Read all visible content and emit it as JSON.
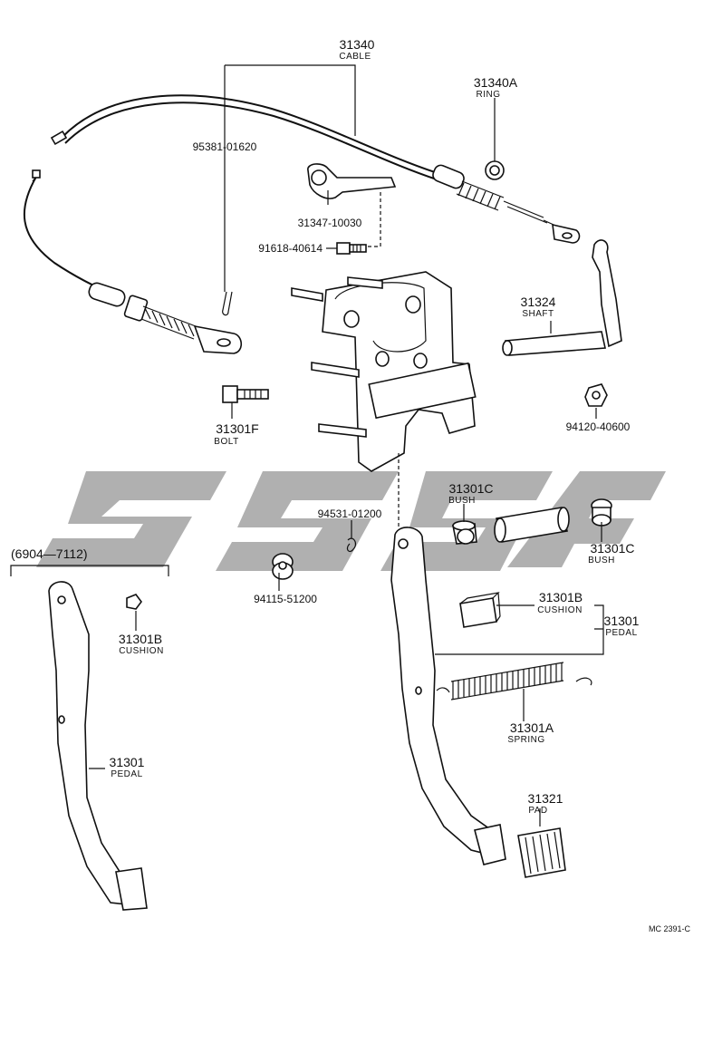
{
  "callouts": [
    {
      "id": "c31340",
      "part": "31340",
      "desc": "CABLE"
    },
    {
      "id": "c31340A",
      "part": "31340A",
      "desc": "RING"
    },
    {
      "id": "c9538101620",
      "part": "95381-01620",
      "desc": ""
    },
    {
      "id": "c3134710030",
      "part": "31347-10030",
      "desc": ""
    },
    {
      "id": "c9161840614",
      "part": "91618-40614",
      "desc": ""
    },
    {
      "id": "c31324",
      "part": "31324",
      "desc": "SHAFT"
    },
    {
      "id": "c31301F",
      "part": "31301F",
      "desc": "BOLT"
    },
    {
      "id": "c9412040600",
      "part": "94120-40600",
      "desc": ""
    },
    {
      "id": "c31301C_top",
      "part": "31301C",
      "desc": "BUSH"
    },
    {
      "id": "c31301C_right",
      "part": "31301C",
      "desc": "BUSH"
    },
    {
      "id": "c9453101200",
      "part": "94531-01200",
      "desc": ""
    },
    {
      "id": "c9411551200",
      "part": "94115-51200",
      "desc": ""
    },
    {
      "id": "c31301B_left",
      "part": "31301B",
      "desc": "CUSHION"
    },
    {
      "id": "c31301B_right",
      "part": "31301B",
      "desc": "CUSHION"
    },
    {
      "id": "c31301_right",
      "part": "31301",
      "desc": "PEDAL"
    },
    {
      "id": "c31301_left",
      "part": "31301",
      "desc": "PEDAL"
    },
    {
      "id": "c31301A",
      "part": "31301A",
      "desc": "SPRING"
    },
    {
      "id": "c31321",
      "part": "31321",
      "desc": "PAD"
    }
  ],
  "date_range": "(6904—7112)",
  "figure_code": "MC 2391-C",
  "colors": {
    "line": "#111111",
    "watermark": "#9a9a9a",
    "background": "#ffffff"
  }
}
